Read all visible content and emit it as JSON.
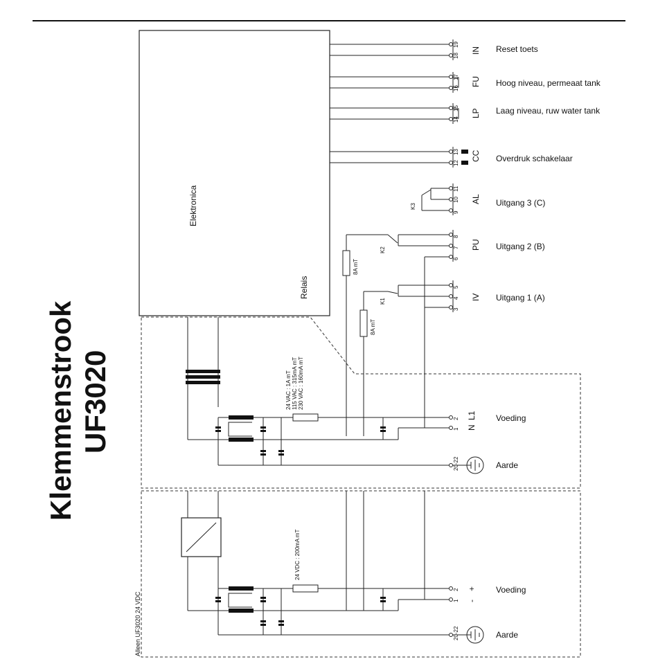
{
  "title": {
    "line1": "Klemmenstrook",
    "line2": "UF3020"
  },
  "electronics_label": "Elektronica",
  "relay_label": "Relais",
  "bottom_note": "Alleen UF3020 24 VDC",
  "groups": [
    {
      "code": "IN",
      "pins": [
        "18",
        "19"
      ],
      "label": "Reset toets"
    },
    {
      "code": "FU",
      "pins": [
        "16",
        "17"
      ],
      "label": "Hoog niveau, permeaat tank"
    },
    {
      "code": "LP",
      "pins": [
        "14",
        "15"
      ],
      "label": "Laag niveau, ruw water tank"
    },
    {
      "code": "CC",
      "pins": [
        "12",
        "13"
      ],
      "label": "Overdruk schakelaar"
    },
    {
      "code": "AL",
      "pins": [
        "9",
        "10",
        "11"
      ],
      "label": "Uitgang 3 (C)",
      "relay": "K3"
    },
    {
      "code": "PU",
      "pins": [
        "6",
        "7",
        "8"
      ],
      "label": "Uitgang 2 (B)",
      "relay": "K2",
      "fuse": "8A mT"
    },
    {
      "code": "IV",
      "pins": [
        "3",
        "4",
        "5"
      ],
      "label": "Uitgang 1 (A)",
      "relay": "K1",
      "fuse": "8A mT"
    }
  ],
  "ac_supply": {
    "pins": [
      "1",
      "2"
    ],
    "codes": [
      "N",
      "L1"
    ],
    "label": "Voeding",
    "fuse_lines": [
      "24 VAC : 1A mT",
      "115 VAC : 315mA mT",
      "230 VAC : 160mA mT"
    ],
    "earth_pins": "20-22",
    "earth_label": "Aarde"
  },
  "dc_supply": {
    "pins": [
      "1",
      "2"
    ],
    "codes": [
      "-",
      "+"
    ],
    "label": "Voeding",
    "fuse_lines": [
      "24 VDC : 200mA mT"
    ],
    "earth_pins": "20-22",
    "earth_label": "Aarde"
  }
}
